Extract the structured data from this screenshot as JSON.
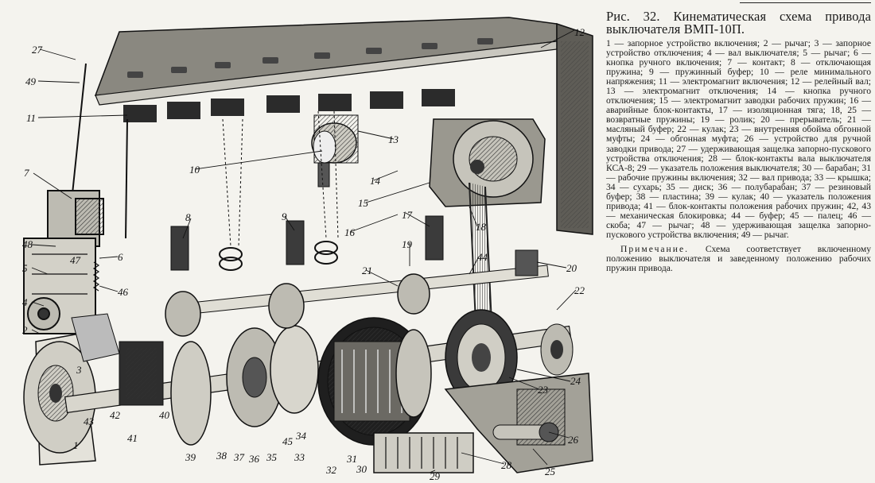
{
  "figure": {
    "callouts": [
      "1",
      "2",
      "3",
      "4",
      "5",
      "6",
      "7",
      "8",
      "9",
      "10",
      "11",
      "12",
      "13",
      "14",
      "15",
      "16",
      "17",
      "18",
      "19",
      "20",
      "21",
      "22",
      "23",
      "24",
      "25",
      "26",
      "27",
      "28",
      "29",
      "30",
      "31",
      "32",
      "33",
      "34",
      "35",
      "36",
      "37",
      "38",
      "39",
      "40",
      "41",
      "42",
      "43",
      "44",
      "45",
      "46",
      "47",
      "48",
      "49"
    ]
  },
  "caption": {
    "title": "Рис. 32. Кинематическая схема привода выключателя ВМП-10П.",
    "legend": "1 — запорное устройство включения; 2 — рычаг; 3 — запорное устройство отключения; 4 — вал выключателя; 5 — рычаг; 6 — кнопка ручного включения; 7 — контакт; 8 — отключающая пружина; 9 — пружинный буфер; 10 — реле минимального напряжения; 11 — электромагнит включения; 12 — релейный вал; 13 — электромагнит отключения; 14 — кнопка ручного отключения; 15 — электромагнит заводки рабочих пружин; 16 — аварийные блок-контакты, 17 — изоляционная тяга; 18, 25 — возвратные пружины; 19 — ролик; 20 — прерыватель; 21 — масляный буфер; 22 — кулак; 23 — внутренняя обойма обгонной муфты; 24 — обгонная муфта; 26 — устройство для ручной заводки привода; 27 — удерживающая защелка запорно-пускового устройства отключения; 28 — блок-контакты вала выключателя КСА-8; 29 — указатель положения выключателя; 30 — барабан; 31 — рабочие пружины включения; 32 — вал привода; 33 — крышка; 34 — сухарь; 35 — диск; 36 — полубарабан; 37 — резиновый буфер; 38 — пластина; 39 — кулак; 40 — указатель положения привода; 41 — блок-контакты положения рабочих пружин; 42, 43 — механическая блокировка; 44 — буфер; 45 — палец; 46 — скоба; 47 — рычаг; 48 — удерживающая защелка запорно-пускового устройства включения; 49 — рычаг.",
    "note_label": "Примечание.",
    "note_text": "Схема соответствует включенному положению выключателя и заведенному положению рабочих пружин привода."
  }
}
